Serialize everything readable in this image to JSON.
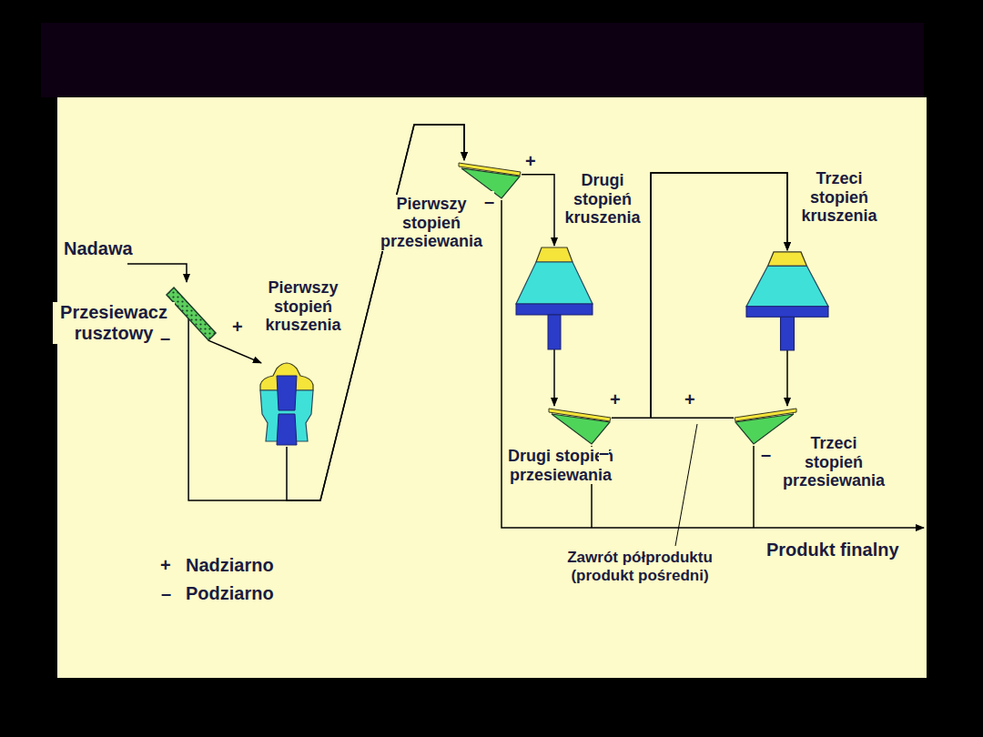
{
  "diagram": {
    "nodes": [
      {
        "text": [
          "Przesiewacz rusztowy"
        ]
      },
      {
        "text": [
          "Pierwszy stopień kruszenia"
        ]
      },
      {
        "text": [
          "Pierwszy stopień przesiewania"
        ]
      },
      {
        "text": [
          "Drugi stopień kruszenia"
        ]
      },
      {
        "text": [
          "Drugi stopień przesiewania"
        ]
      },
      {
        "text": [
          "Trzeci stopień kruszenia"
        ]
      },
      {
        "text": [
          "Trzeci stopień przesiewania"
        ]
      }
    ],
    "edges": [
      {
        "from": 0,
        "to": 1,
        "arrow": "to",
        "label": "+"
      },
      {
        "from": 0,
        "to": 2,
        "arrow": "to",
        "label": "–"
      },
      {
        "from": 1,
        "to": 2,
        "arrow": "to"
      },
      {
        "from": 2,
        "to": 3,
        "arrow": "to",
        "label": "+"
      },
      {
        "from": 3,
        "to": 4,
        "arrow": "to"
      },
      {
        "from": 4,
        "to": 5,
        "arrow": "to",
        "label": "+"
      },
      {
        "from": 5,
        "to": 6,
        "arrow": "to"
      },
      {
        "from": 6,
        "to": 5,
        "arrow": "to",
        "label": "+"
      }
    ],
    "labels": [
      "Nadawa",
      "–",
      "–",
      "–",
      "Zawrót półproduktu (produkt pośredni)",
      "Produkt finalny",
      "+",
      "Nadziarno",
      "–",
      "Podziarno"
    ]
  }
}
